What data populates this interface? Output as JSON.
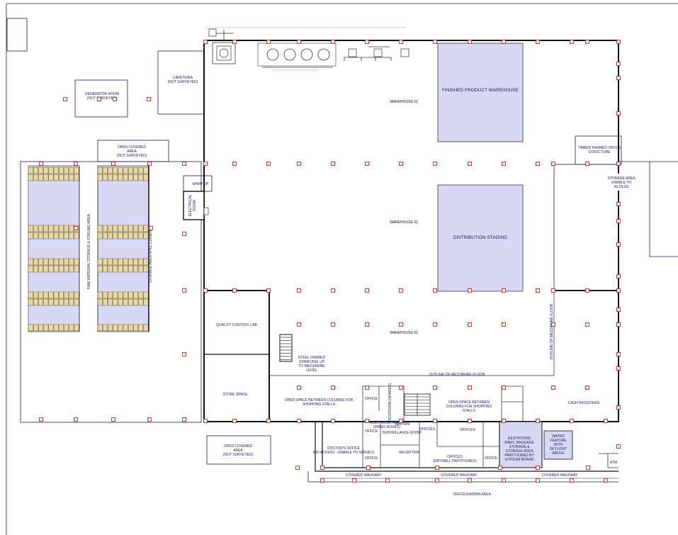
{
  "labels": {
    "generator_room": [
      "GENERATOR ROOM",
      "(NOT SURVEYED)"
    ],
    "cafeteria": [
      "CAFETERIA",
      "(NOT SURVEYED)"
    ],
    "open_covered_top": [
      "OPEN COVERED",
      "AREA",
      "(NOT SURVEYED)"
    ],
    "open_covered_bottom": [
      "OPEN COVERED",
      "AREA",
      "(NOT SURVEYED)"
    ],
    "raw_material": "RAW MATERIAL STORAGE & STAGING AREA",
    "storage_spill": "STORAGE AREA SPILL CURBING",
    "ramp_up": "RAMP UP",
    "electrical_room": [
      "ELECTRICAL",
      "ROOM"
    ],
    "warehouse_01": "WAREHOUSE 01",
    "warehouse_02": "WAREHOUSE 02",
    "warehouse_03": "WAREHOUSE 03",
    "finished_product": "FINISHED PRODUCT WAREHOUSE",
    "distribution_staging": "DISTRIBUTION STAGING",
    "timber_office": [
      "TIMBER FRAMED OFFICE",
      "STRUCTURE"
    ],
    "storage_unable": [
      "STORAGE AREA",
      "UNABLE TO",
      "ACCESS"
    ],
    "quality_control": "QUALITY CONTROL LAB",
    "steel_staircase": [
      "STEEL FRAMED",
      "STAIRCASE UP",
      "TO MEZZANINE",
      "LEVEL"
    ],
    "store_space": "STORE SPACE",
    "outline_mezzanine": "OUTLINE OF MEZZANINE FLOOR",
    "outline_mezzanine_v": "OUTLINE OF MEZZANINE FLOOR",
    "open_space_left": [
      "OPEN SPACE BETWEEN COLUMNS FOR",
      "SHOPPING STALLS"
    ],
    "open_space_right": [
      "OPEN SPACE BETWEEN",
      "COLUMNS FOR SHOPPING",
      "STALLS"
    ],
    "cash_registers": "CASH REGISTERS",
    "office": "OFFICE",
    "offices": "OFFICES",
    "restroom_v": "RESTROOM (SHARED)",
    "electrical_room_panel": [
      "ELECTRICAL ROOM",
      "(PANEL BOXES)"
    ],
    "restrm": "RESTRM",
    "surveillance": "SURVEILLANCE ROOM",
    "doctors_office": [
      "DOCTOR'S OFFICE",
      "(NO ACCESS - UNABLE TO SURVEY)"
    ],
    "reception": "RECEPTION",
    "offices_drywall": [
      "OFFICES",
      "(DRYWALL PARTITIONED)"
    ],
    "restrooms_storage": [
      "RESTROOMS",
      "(M&F), BAGGAGE",
      "STORAGE &",
      "STORAGE AREA",
      "PARTITIONED BY",
      "GYPSUM BOARD"
    ],
    "water_feature": [
      "WATER",
      "FEATURE",
      "WITH",
      "SKYLIGHT",
      "ABOVE"
    ],
    "atm": "ATM",
    "covered_walkway": "COVERED WALKWAY",
    "offices_admin": "OFFICES/ADMIN AREA"
  },
  "colors": {
    "line": "#1a1a6e",
    "column": "#d42020",
    "room_fill": "#d8d8f5",
    "pallet": "#e6d8a8",
    "storage_fill": "#f0f0f0"
  }
}
